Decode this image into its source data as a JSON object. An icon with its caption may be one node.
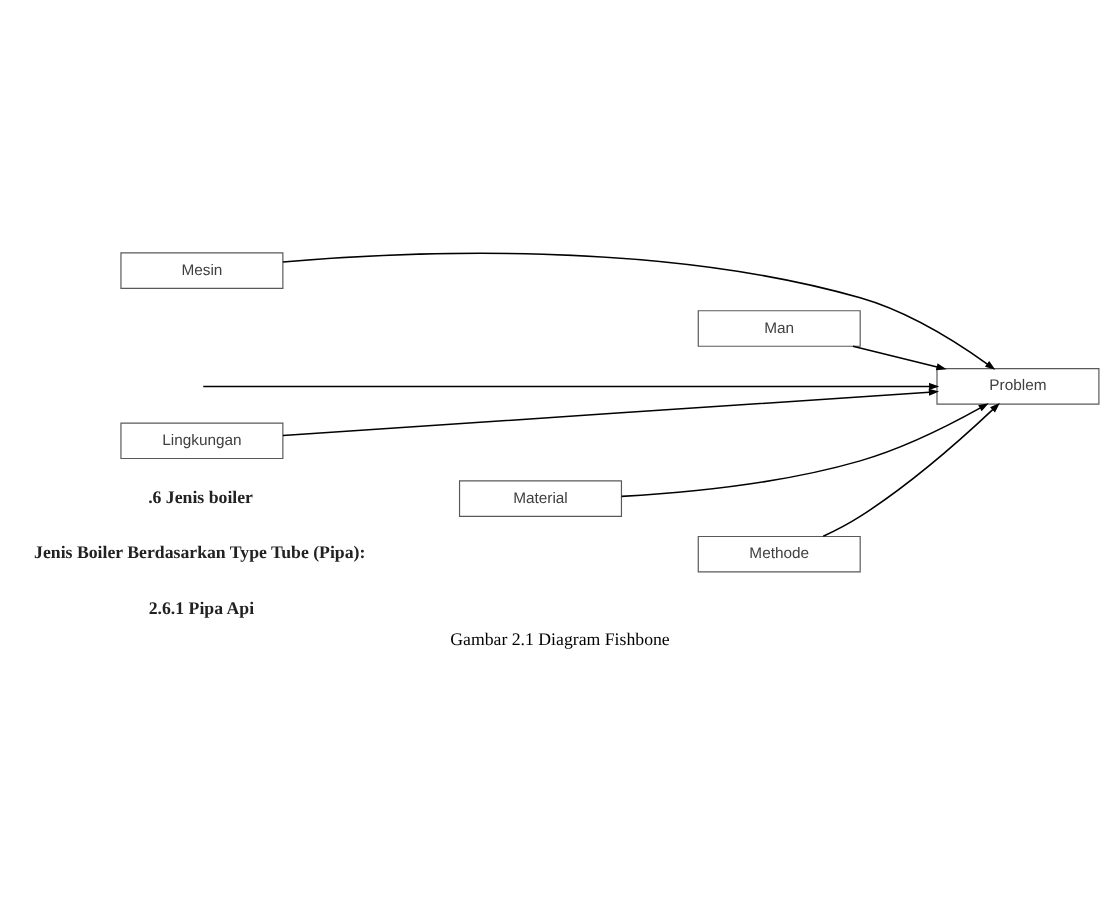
{
  "diagram": {
    "caption": "Gambar 2.1 Diagram Fishbone",
    "nodes": [
      {
        "text": [
          "Mesin"
        ]
      },
      {
        "text": [
          "Man"
        ]
      },
      {
        "text": [
          "Problem"
        ]
      },
      {
        "text": [
          "Lingkungan"
        ]
      },
      {
        "text": [
          "Material"
        ]
      },
      {
        "text": [
          "Methode"
        ]
      }
    ],
    "edges": [
      {
        "from": 0,
        "to": 2,
        "arrow": "to"
      },
      {
        "from": 1,
        "to": 2,
        "arrow": "to"
      },
      {
        "from": null,
        "to": 2,
        "arrow": "to"
      },
      {
        "from": 3,
        "to": 2,
        "arrow": "to"
      },
      {
        "from": 4,
        "to": 2,
        "arrow": "to"
      },
      {
        "from": 5,
        "to": 2,
        "arrow": "to"
      }
    ],
    "labels": [
      ".6 Jenis boiler",
      "Jenis Boiler Berdasarkan Type Tube (Pipa):",
      "2.6.1 Pipa Api"
    ]
  }
}
